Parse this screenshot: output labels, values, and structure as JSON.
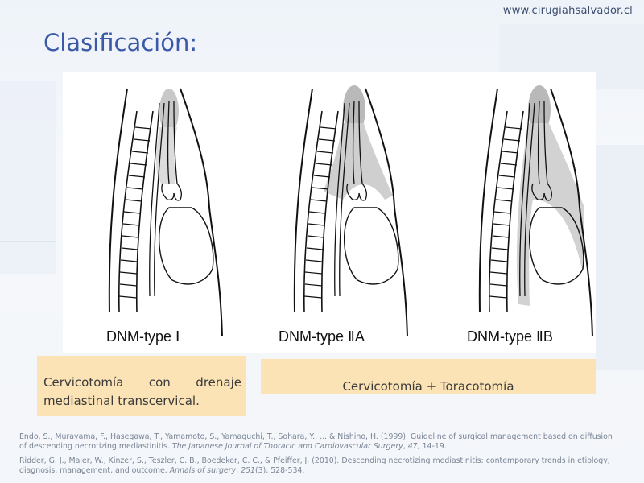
{
  "header": {
    "site_url": "www.cirugiahsalvador.cl",
    "title": "Clasificación:"
  },
  "figure": {
    "panels": [
      {
        "label": "DNM-type Ⅰ"
      },
      {
        "label": "DNM-type ⅡA"
      },
      {
        "label": "DNM-type ⅡB"
      }
    ]
  },
  "notes": {
    "left_line1": "Cervicotomía con drenaje",
    "left_line2": "mediastinal transcervical.",
    "right": "Cervicotomía + Toracotomía"
  },
  "references": {
    "ref1_text": "Endo, S., Murayama, F., Hasegawa, T., Yamamoto, S., Yamaguchi, T., Sohara, Y., ... & Nishino, H. (1999). Guideline of surgical management based on diffusion of descending necrotizing mediastinitis. ",
    "ref1_journal": "The Japanese Journal of Thoracic and Cardiovascular Surgery",
    "ref1_sep": ", ",
    "ref1_volume": "47",
    "ref1_tail": ", 14-19.",
    "ref2_text": "Ridder, G. J., Maier, W., Kinzer, S., Teszler, C. B., Boedeker, C. C., & Pfeiffer, J. (2010). Descending necrotizing mediastinitis: contemporary trends in etiology, diagnosis, management, and outcome. ",
    "ref2_journal": "Annals of surgery",
    "ref2_sep": ", ",
    "ref2_volume": "251",
    "ref2_tail": "(3), 528-534."
  }
}
